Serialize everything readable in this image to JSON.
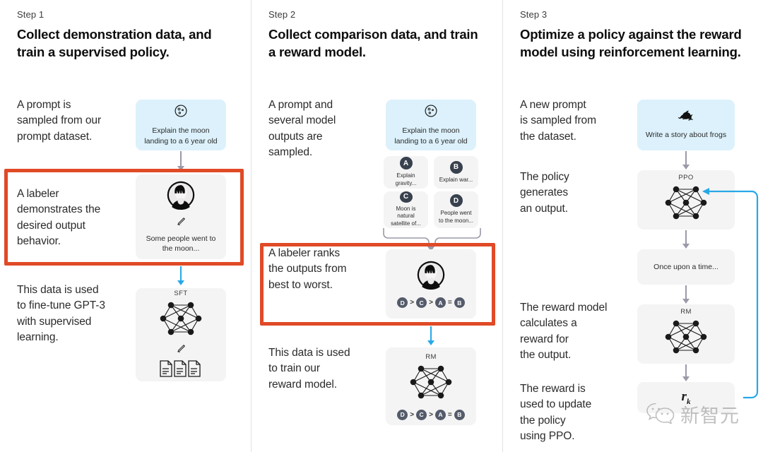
{
  "theme": {
    "accent_red": "#e04a26",
    "accent_blue": "#27a8e8",
    "card_gray": "#f4f4f4",
    "card_blue": "#dcf1fb",
    "arrow_gray": "#9a9aa8"
  },
  "columns": [
    {
      "step_label": "Step 1",
      "title": "Collect demonstration data,\nand train a supervised policy.",
      "texts": [
        "A prompt is\nsampled from our\nprompt dataset.",
        "A labeler\ndemonstrates the\ndesired output\nbehavior.",
        "This data is used\nto fine-tune GPT-3\nwith supervised\nlearning."
      ],
      "cards": [
        {
          "kind": "prompt",
          "icon": "moon-icon",
          "caption": "Explain the moon\nlanding to a 6 year old"
        },
        {
          "kind": "labeler",
          "icon": "labeler-avatar-icon",
          "caption": "Some people went\nto the moon..."
        },
        {
          "kind": "model",
          "icon": "neural-network-icon",
          "label": "SFT",
          "caption": ""
        }
      ]
    },
    {
      "step_label": "Step 2",
      "title": "Collect comparison data,\nand train a reward model.",
      "texts": [
        "A prompt and\nseveral model\noutputs are\nsampled.",
        "A labeler ranks\nthe outputs from\nbest to worst.",
        "This data is used\nto train our\nreward model."
      ],
      "cards": [
        {
          "kind": "prompt",
          "icon": "moon-icon",
          "caption": "Explain the moon\nlanding to a 6 year old"
        },
        {
          "kind": "model",
          "icon": "neural-network-icon",
          "label": "RM",
          "caption": ""
        }
      ],
      "options": [
        {
          "badge": "A",
          "caption": "Explain gravity..."
        },
        {
          "badge": "B",
          "caption": "Explain war..."
        },
        {
          "badge": "C",
          "caption": "Moon is natural\nsatellite of..."
        },
        {
          "badge": "D",
          "caption": "People went to\nthe moon..."
        }
      ],
      "ranking": [
        "D",
        ">",
        "C",
        ">",
        "A",
        "=",
        "B"
      ]
    },
    {
      "step_label": "Step 3",
      "title": "Optimize a policy against\nthe reward model using\nreinforcement learning.",
      "texts": [
        "A new prompt\nis sampled from\nthe dataset.",
        "The policy\ngenerates\nan output.",
        "The reward model\ncalculates a\nreward for\nthe output.",
        "The reward is\nused to update\nthe policy\nusing PPO."
      ],
      "cards": [
        {
          "kind": "prompt",
          "icon": "frog-icon",
          "caption": "Write a story\nabout frogs"
        },
        {
          "kind": "model",
          "icon": "neural-network-icon",
          "label": "PPO",
          "caption": ""
        },
        {
          "kind": "output",
          "icon": "",
          "caption": "Once upon a time..."
        },
        {
          "kind": "model",
          "icon": "neural-network-icon",
          "label": "RM",
          "caption": ""
        },
        {
          "kind": "reward",
          "icon": "",
          "caption": "r",
          "subscript": "k"
        }
      ]
    }
  ],
  "watermark": {
    "icon": "wechat-icon",
    "text": "新智元"
  }
}
